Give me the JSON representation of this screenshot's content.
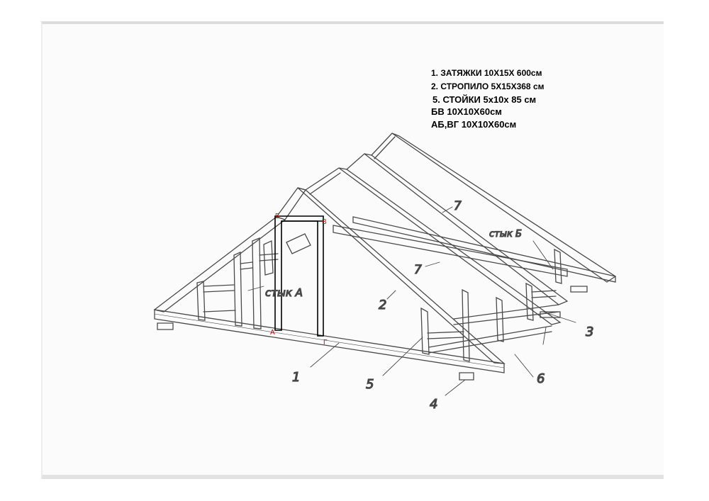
{
  "legend": {
    "lines": [
      "1. ЗАТЯЖКИ 10Х15Х 600см",
      "2. СТРОПИЛО 5Х15Х368 см",
      "5. СТОЙКИ 5х10х 85 см",
      "БВ 10Х10Х60см",
      "АБ,ВГ 10Х10Х60см"
    ]
  },
  "callouts": {
    "n1": "1",
    "n2": "2",
    "n3": "3",
    "n4": "4",
    "n5": "5",
    "n6": "6",
    "n7a": "7",
    "n7b": "7"
  },
  "joints": {
    "a": "стык А",
    "b": "стык Б"
  },
  "corners": {
    "A": "А",
    "B": "Б",
    "V": "В",
    "G": "Г"
  },
  "colors": {
    "pencil": "#4a4a4a",
    "ink": "#000000",
    "corner_label": "#e00000",
    "sheet": "#fbfbfb"
  }
}
